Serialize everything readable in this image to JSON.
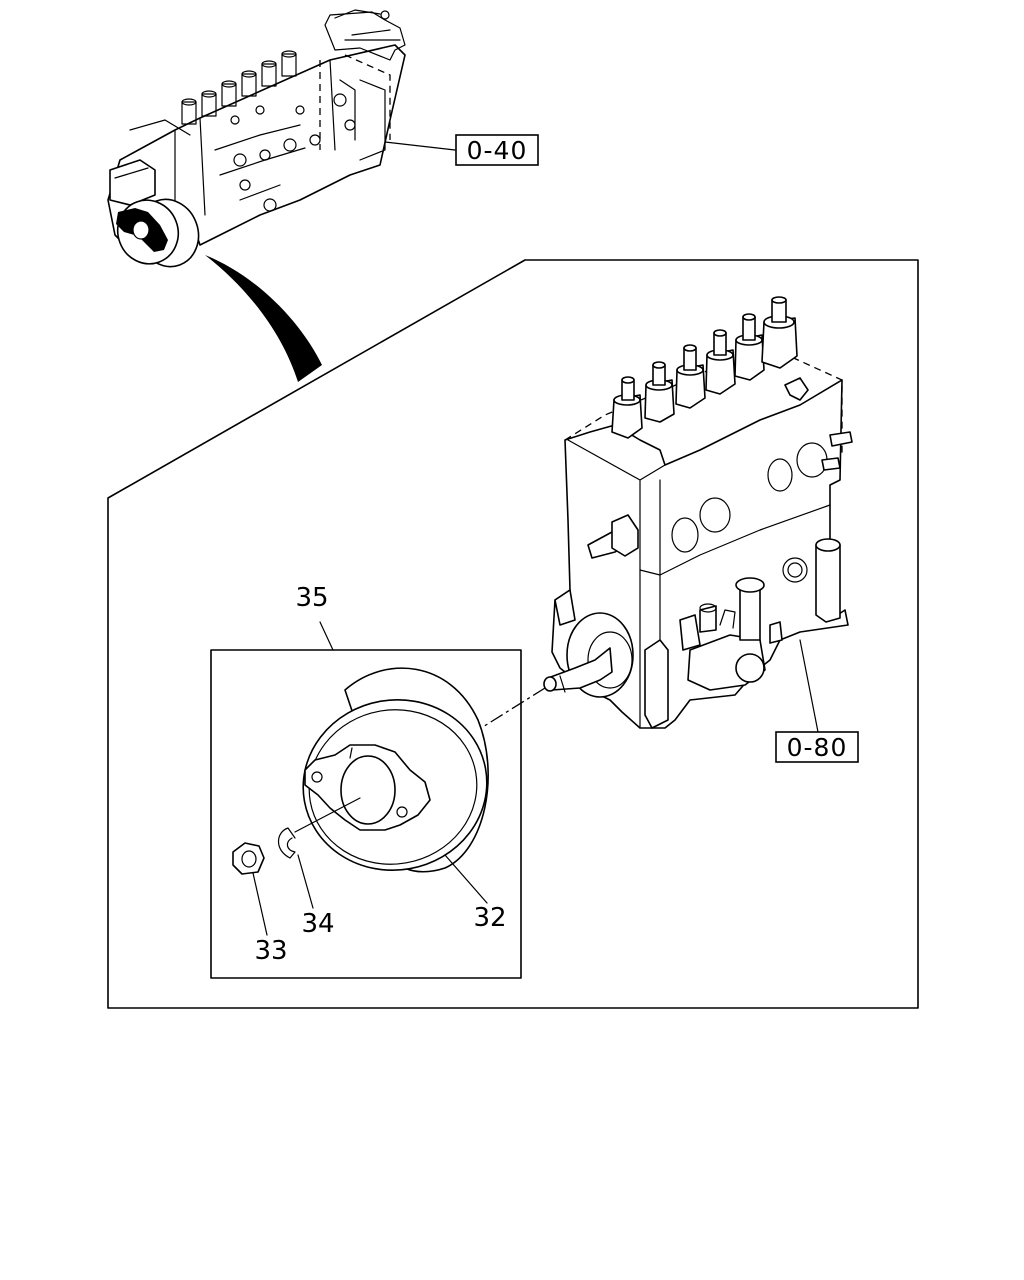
{
  "references": {
    "upper": "0-40",
    "main": "0-80"
  },
  "callouts": {
    "assembly": "35",
    "pulley": "32",
    "nut": "33",
    "washer": "34"
  }
}
